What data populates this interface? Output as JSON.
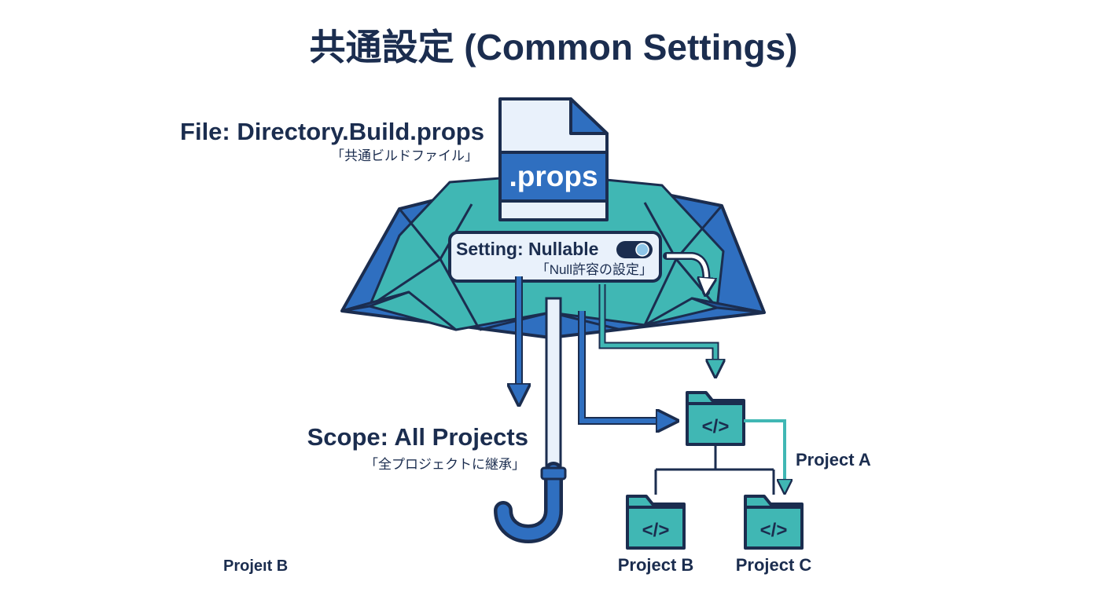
{
  "title": "共通設定 (Common Settings)",
  "file": {
    "label": "File: Directory.Build.props",
    "sublabel": "「共通ビルドファイル」",
    "extension": ".props"
  },
  "setting": {
    "label": "Setting: Nullable",
    "sublabel": "「Null許容の設定」",
    "toggle_state": "on"
  },
  "scope": {
    "label": "Scope: All Projects",
    "sublabel": "「全プロジェクトに継承」"
  },
  "projects": {
    "a": "Project A",
    "b": "Project B",
    "c": "Project C",
    "stray": "Projeıt B"
  },
  "icons": {
    "folder": "code-folder-icon",
    "file": "document-icon",
    "toggle": "toggle-switch-icon",
    "umbrella": "umbrella-icon"
  },
  "colors": {
    "navy": "#1b2d4f",
    "blue": "#2f6fc0",
    "teal": "#40b7b4",
    "light": "#e9f1fb"
  }
}
